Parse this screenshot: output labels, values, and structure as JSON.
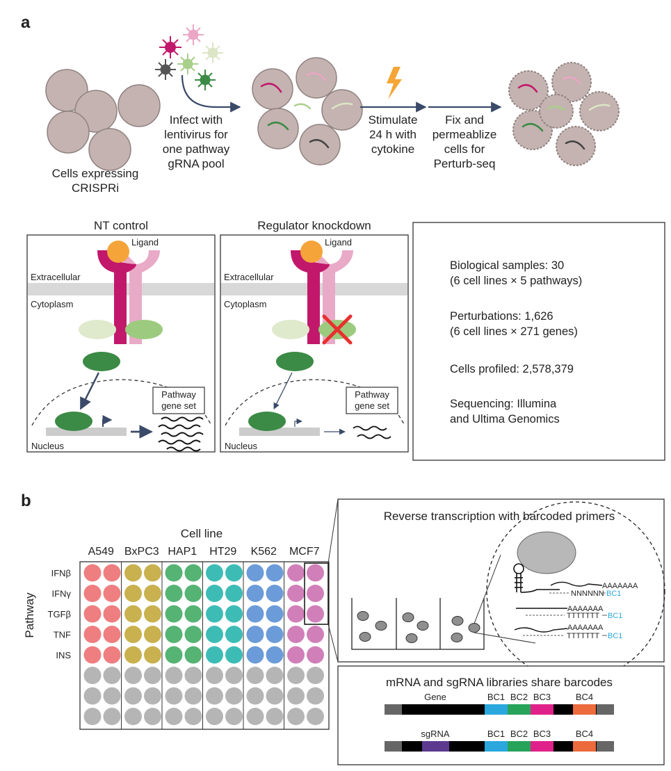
{
  "panel_a": {
    "label": "a",
    "cells_label": [
      "Cells expressing",
      "CRISPRi"
    ],
    "infect_label": [
      "Infect with",
      "lentivirus for",
      "one pathway",
      "gRNA pool"
    ],
    "stimulate_label": [
      "Stimulate",
      "24 h with",
      "cytokine"
    ],
    "fix_label": [
      "Fix and",
      "permeablize",
      "cells for",
      "Perturb-seq"
    ],
    "nt_control": {
      "title": "NT control",
      "ligand": "Ligand",
      "extracellular": "Extracellular",
      "cytoplasm": "Cytoplasm",
      "nucleus": "Nucleus",
      "gene_set": [
        "Pathway",
        "gene set"
      ]
    },
    "knockdown": {
      "title": "Regulator knockdown",
      "ligand": "Ligand",
      "extracellular": "Extracellular",
      "cytoplasm": "Cytoplasm",
      "nucleus": "Nucleus",
      "gene_set": [
        "Pathway",
        "gene set"
      ]
    },
    "stats": [
      [
        "Biological samples: 30",
        "(6 cell lines × 5 pathways)"
      ],
      [
        "Perturbations: 1,626",
        "(6 cell lines × 271 genes)"
      ],
      [
        "Cells profiled: 2,578,379"
      ],
      [
        "Sequencing: Illumina",
        "and Ultima Genomics"
      ]
    ]
  },
  "panel_b": {
    "label": "b",
    "cell_line_title": "Cell line",
    "pathway_title": "Pathway",
    "cell_lines": [
      {
        "name": "A549",
        "color": "#ef7e80"
      },
      {
        "name": "BxPC3",
        "color": "#c8b14e"
      },
      {
        "name": "HAP1",
        "color": "#55b374"
      },
      {
        "name": "HT29",
        "color": "#3dbcb6"
      },
      {
        "name": "K562",
        "color": "#6b9bd8"
      },
      {
        "name": "MCF7",
        "color": "#d07fb9"
      }
    ],
    "pathways": [
      "IFNβ",
      "IFNγ",
      "TGFβ",
      "TNF",
      "INS"
    ],
    "empty_rows": 3,
    "empty_color": "#b5b5b5",
    "rt_title": "Reverse transcription with barcoded primers",
    "primers": [
      {
        "polyA": "AAAAAAA",
        "seq": "NNNNNN",
        "bc": "BC1"
      },
      {
        "polyA": "AAAAAAA",
        "seq": "TTTTTTT",
        "bc": "BC1"
      },
      {
        "polyA": "AAAAAAA",
        "seq": "TTTTTTT",
        "bc": "BC1"
      }
    ],
    "library_title": "mRNA and sgRNA libraries share barcodes",
    "libraries": [
      {
        "insert": "Gene",
        "insert_color": "#000000"
      },
      {
        "insert": "sgRNA",
        "insert_color": "#5b3a8f"
      }
    ],
    "barcodes": [
      {
        "name": "BC1",
        "color": "#2aa8de"
      },
      {
        "name": "BC2",
        "color": "#27a35a"
      },
      {
        "name": "BC3",
        "color": "#e0218a"
      },
      {
        "name": "BC4",
        "color": "#ec6a3c"
      }
    ]
  }
}
